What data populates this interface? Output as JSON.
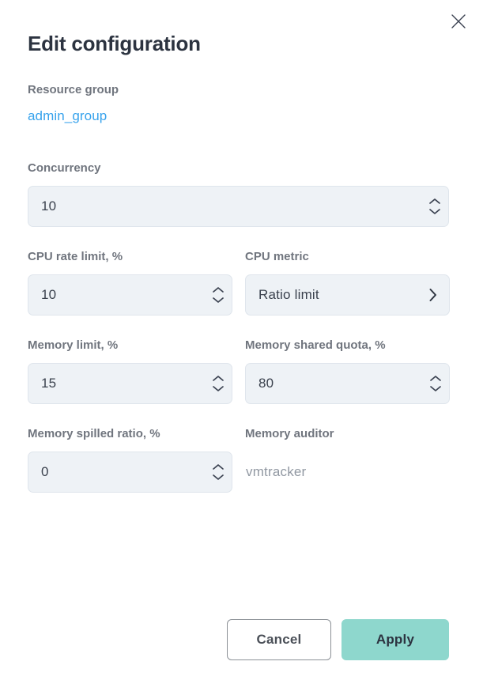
{
  "dialog": {
    "title": "Edit configuration",
    "close_icon": "close-icon"
  },
  "resource_group": {
    "label": "Resource group",
    "value": "admin_group",
    "link_color": "#36a2ec"
  },
  "fields": {
    "concurrency": {
      "label": "Concurrency",
      "value": "10",
      "control": "number-stepper"
    },
    "cpu_rate_limit": {
      "label": "CPU rate limit, %",
      "value": "10",
      "control": "number-stepper"
    },
    "cpu_metric": {
      "label": "CPU metric",
      "value": "Ratio limit",
      "control": "select",
      "icon": "chevron-right-icon"
    },
    "memory_limit": {
      "label": "Memory limit, %",
      "value": "15",
      "control": "number-stepper"
    },
    "memory_shared_quota": {
      "label": "Memory shared quota, %",
      "value": "80",
      "control": "number-stepper"
    },
    "memory_spilled_ratio": {
      "label": "Memory spilled ratio, %",
      "value": "0",
      "control": "number-stepper"
    },
    "memory_auditor": {
      "label": "Memory auditor",
      "value": "vmtracker",
      "control": "readonly-text"
    }
  },
  "footer": {
    "cancel_label": "Cancel",
    "apply_label": "Apply",
    "apply_color": "#8ed7cd"
  },
  "theme": {
    "background": "#ffffff",
    "input_background": "#eef2f6",
    "input_border": "#dfe5ec",
    "label_color": "#70757e",
    "title_color": "#2c3340",
    "value_color": "#3a414d",
    "muted_value_color": "#9198a2"
  }
}
